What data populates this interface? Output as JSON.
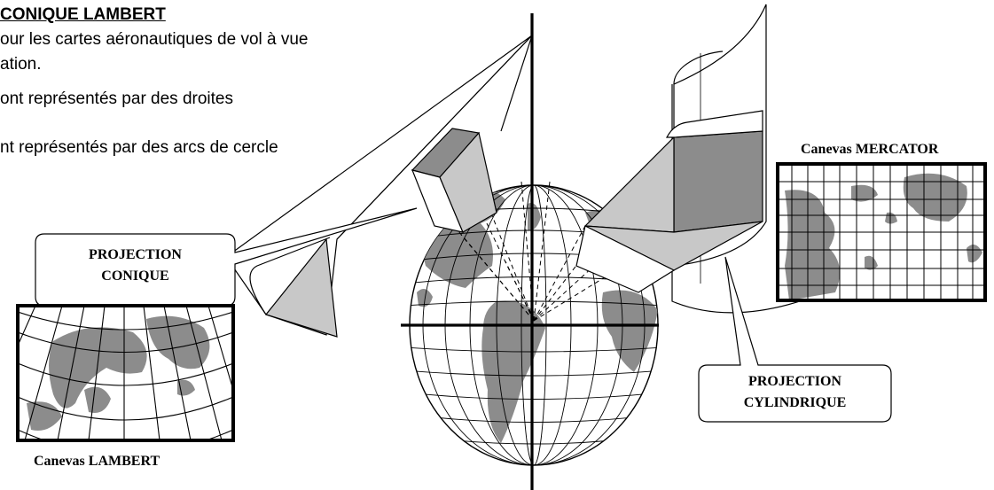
{
  "heading": "CONIQUE LAMBERT",
  "text_lines": [
    "our les cartes aéronautiques de vol à vue",
    "ation.",
    "ont représentés par des droites",
    "nt représentés par des arcs de cercle"
  ],
  "callouts": {
    "conique": [
      "PROJECTION",
      "CONIQUE"
    ],
    "cylindrique": [
      "PROJECTION",
      "CYLINDRIQUE"
    ]
  },
  "captions": {
    "mercator": "Canevas MERCATOR",
    "lambert": "Canevas LAMBERT"
  },
  "colors": {
    "land": "#8c8c8c",
    "dark_face": "#8c8c8c",
    "light_face": "#c8c8c8",
    "line": "#000000"
  }
}
